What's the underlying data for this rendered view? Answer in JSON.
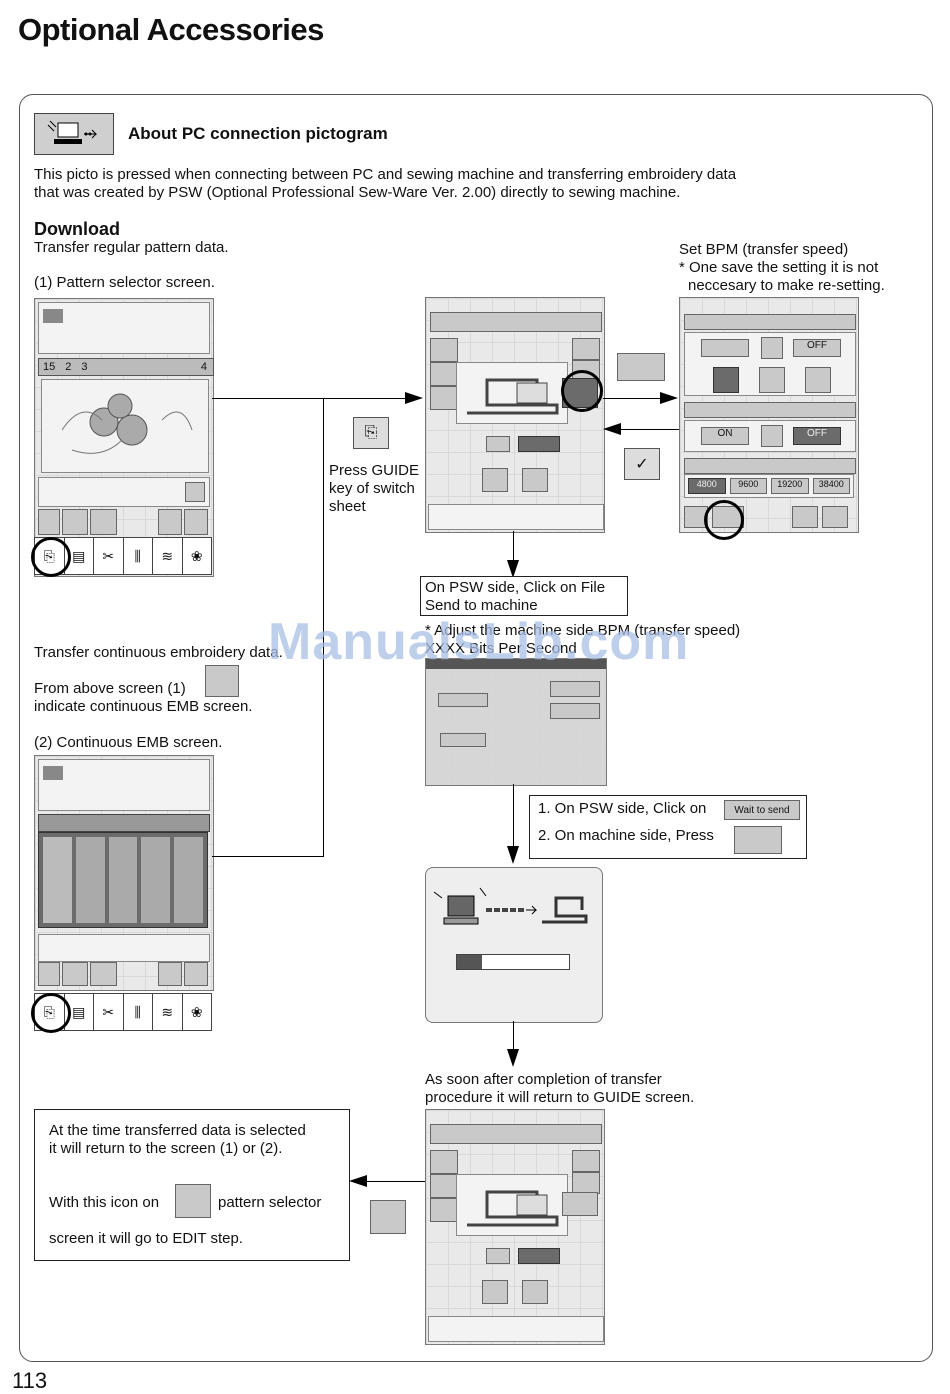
{
  "page": {
    "title": "Optional Accessories",
    "page_number": "113"
  },
  "header": {
    "heading": "About PC connection pictogram",
    "icon": "pc-connection-icon",
    "intro_line1": "This picto is pressed when connecting between PC and sewing machine and transferring embroidery data",
    "intro_line2": "that was created by PSW (Optional Professional Sew-Ware Ver. 2.00) directly to sewing machine."
  },
  "download": {
    "heading": "Download",
    "subtitle": "Transfer regular pattern data.",
    "step1": "(1) Pattern selector screen.",
    "continuous": "Transfer continuous embroidery data.",
    "from_above": "From above screen (1)",
    "indicate": "indicate continuous EMB screen.",
    "step2": "(2) Continuous EMB screen."
  },
  "guide_note": {
    "line1": "Press GUIDE",
    "line2": "key of switch",
    "line3": "sheet"
  },
  "bpm_note": {
    "line1": "Set BPM (transfer speed)",
    "line2": "* One save the setting it is not",
    "line3": "neccesary to make re-setting."
  },
  "psw_box": {
    "line1": "On PSW side, Click on File",
    "line2": "Send to machine"
  },
  "adjust_note": {
    "line1": "* Adjust the machine side BPM (transfer speed)",
    "line2": "XXXX Bits Per Second"
  },
  "steps_box": {
    "step1": "1. On PSW side, Click on",
    "step2": "2. On machine side, Press",
    "wait_button": "Wait to send"
  },
  "completion_note": {
    "line1": "As soon after completion of transfer",
    "line2": "procedure it will return to GUIDE screen."
  },
  "info_box": {
    "line1": "At the time transferred data is selected",
    "line2": "it will return to the screen (1) or (2).",
    "line3a": "With this icon on",
    "line3b": "pattern selector",
    "line4": "screen it will go to EDIT step."
  },
  "bpm_panel": {
    "speeds": [
      "4800",
      "9600",
      "19200",
      "38400"
    ],
    "on_label": "ON",
    "off_label": "OFF"
  },
  "pattern_screen": {
    "counter_left": "15",
    "counter_mid": "2",
    "counter_mid2": "3",
    "counter_right": "4"
  },
  "watermark": "ManualsLib.com"
}
